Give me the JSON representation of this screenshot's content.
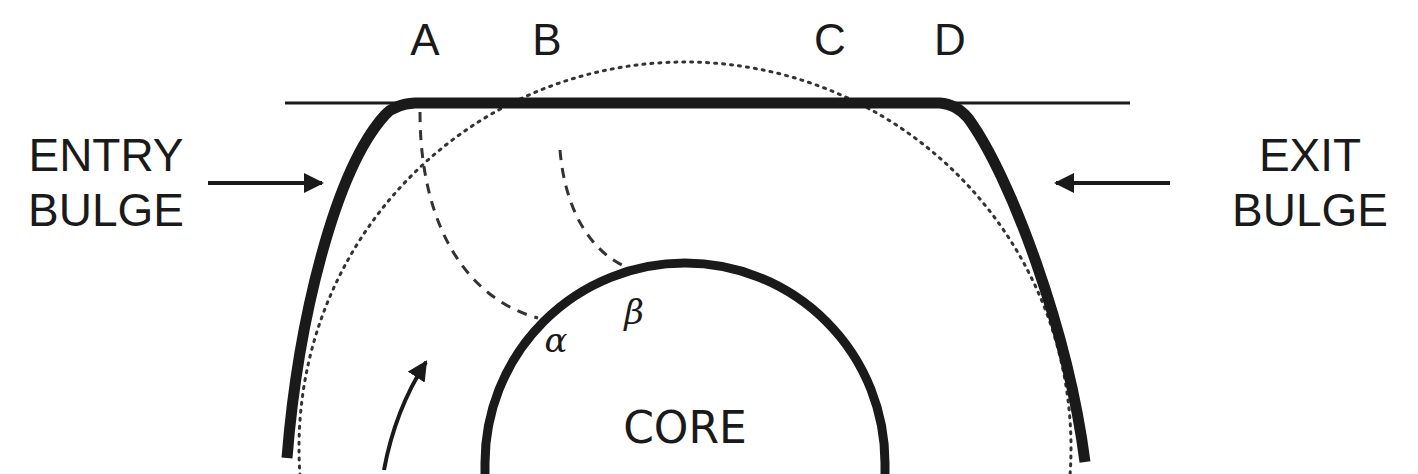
{
  "diagram": {
    "nodes": [
      {
        "text": [
          "CORE"
        ]
      }
    ],
    "labels": [
      "A",
      "B",
      "C",
      "D",
      "ENTRY BULGE",
      "EXIT BULGE",
      "α",
      "β"
    ]
  }
}
